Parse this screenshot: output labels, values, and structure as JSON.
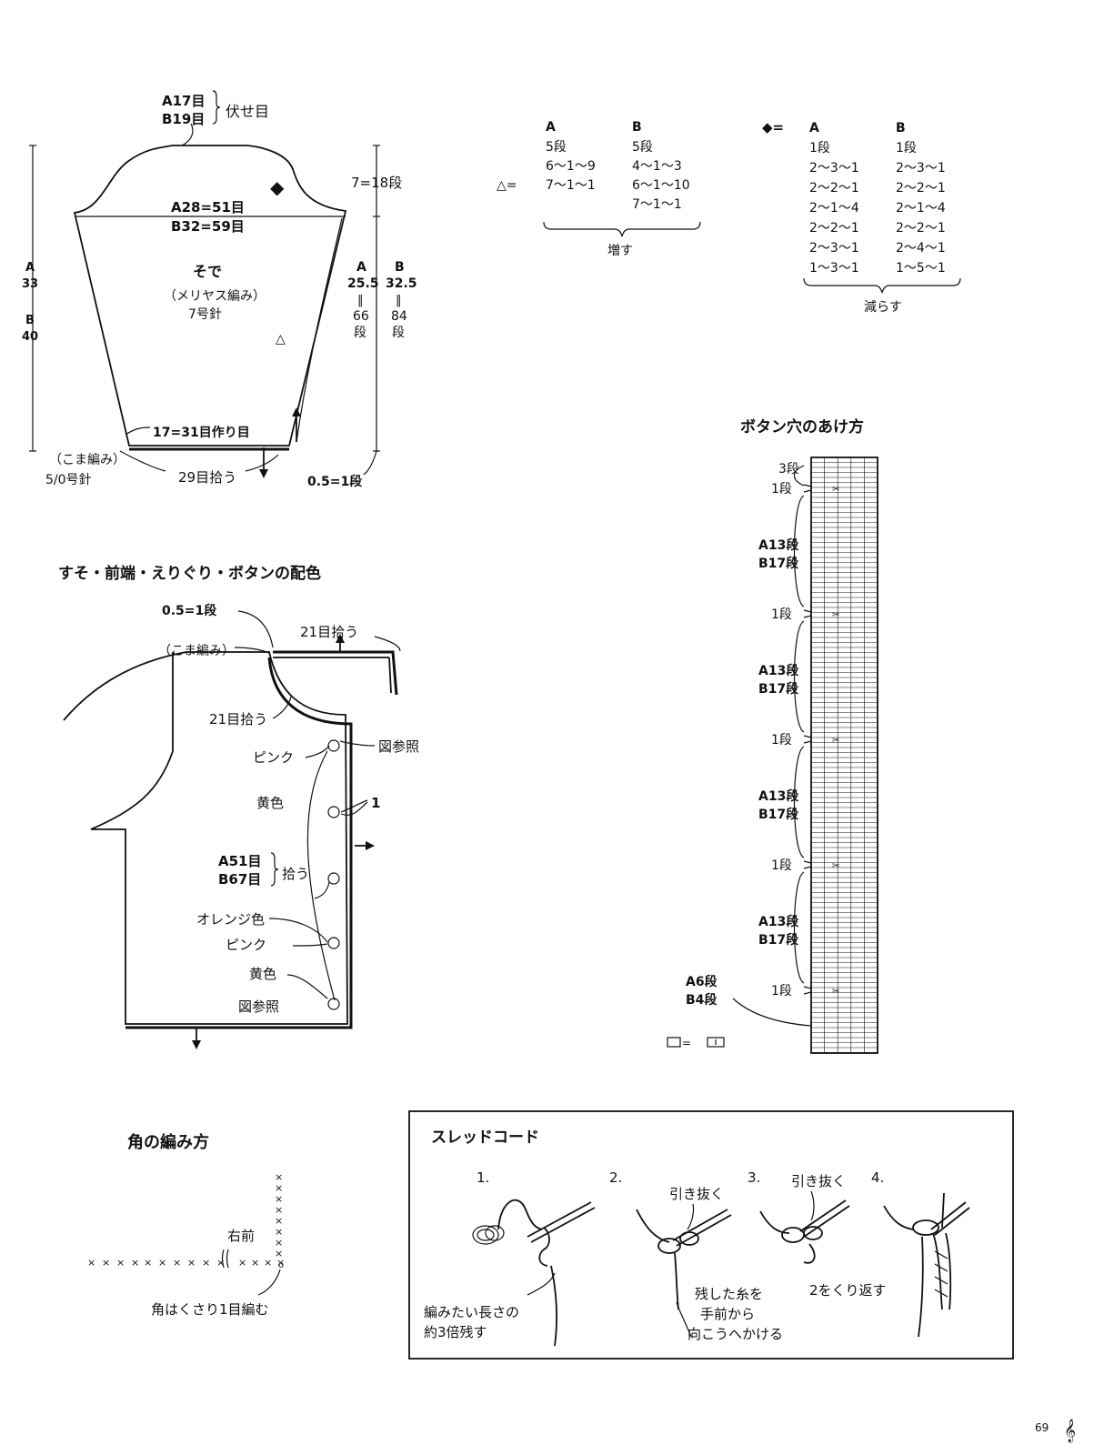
{
  "sleeve": {
    "bind_off_a": "A17目",
    "bind_off_b": "B19目",
    "bind_off_label": "伏せ目",
    "cap_rows": "7=18段",
    "width_a": "A28=51目",
    "width_b": "B32=59目",
    "title": "そで",
    "stitch": "（メリヤス編み）",
    "needle": "7号針",
    "height_a_label": "A",
    "height_a_value": "33",
    "height_b_label": "B",
    "height_b_value": "40",
    "side_a_label": "A",
    "side_a_cm": "25.5",
    "side_a_rows_num": "66",
    "side_a_rows_unit": "段",
    "side_b_label": "B",
    "side_b_cm": "32.5",
    "side_b_rows_num": "84",
    "side_b_rows_unit": "段",
    "eq_mark": "‖",
    "cast_on": "17=31目作り目",
    "cuff_stitch": "（こま編み）",
    "cuff_needle": "5/0号針",
    "pick_up": "29目拾う",
    "cuff_rows": "0.5=1段",
    "diamond": "◆",
    "triangle": "△"
  },
  "increase_table": {
    "symbol": "△=",
    "col_a": "A",
    "col_b": "B",
    "rows_a": [
      "5段",
      "6～1～9",
      "7～1～1"
    ],
    "rows_b": [
      "5段",
      "4～1～3",
      "6～1～10",
      "7～1～1"
    ],
    "caption": "増す"
  },
  "decrease_table": {
    "symbol": "◆=",
    "col_a": "A",
    "col_b": "B",
    "rows_a": [
      "1段",
      "2～3～1",
      "2～2～1",
      "2～1～4",
      "2～2～1",
      "2～3～1",
      "1～3～1"
    ],
    "rows_b": [
      "1段",
      "2～3～1",
      "2～2～1",
      "2～1～4",
      "2～2～1",
      "2～4～1",
      "1～5～1"
    ],
    "caption": "減らす"
  },
  "hem": {
    "title": "すそ・前端・えりぐり・ボタンの配色",
    "edge_rows": "0.5=1段",
    "edge_stitch": "（こま編み）",
    "pick_top": "21目拾う",
    "pick_neck": "21目拾う",
    "see_fig_top": "図参照",
    "pink1": "ピンク",
    "yellow1": "黄色",
    "one": "1",
    "front_a": "A51目",
    "front_b": "B67目",
    "pick_front": "拾う",
    "orange": "オレンジ色",
    "pink2": "ピンク",
    "yellow2": "黄色",
    "see_fig_bottom": "図参照"
  },
  "buttonhole": {
    "title": "ボタン穴のあけ方",
    "top_rows": "3段",
    "row1": "1段",
    "seg_a": "A13段",
    "seg_b": "B17段",
    "bottom_a": "A6段",
    "bottom_b": "B4段",
    "legend_eq": "="
  },
  "corner": {
    "title": "角の編み方",
    "right_front": "右前",
    "note": "角はくさり1目編む"
  },
  "thread_cord": {
    "title": "スレッドコード",
    "step1": "1.",
    "step2": "2.",
    "step3": "3.",
    "step4": "4.",
    "pull2": "引き抜く",
    "pull3": "引き抜く",
    "note1_line1": "編みたい長さの",
    "note1_line2": "約3倍残す",
    "note2_line1": "残した糸を",
    "note2_line2": "手前から",
    "note2_line3": "向こうへかける",
    "note3": "2をくり返す"
  },
  "page_number": "69"
}
